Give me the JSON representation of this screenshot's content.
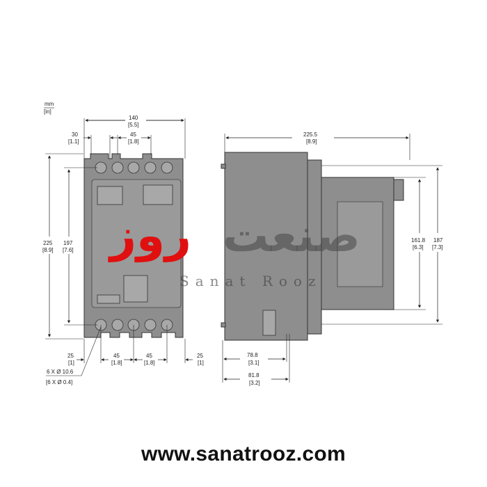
{
  "units": {
    "mm": "mm",
    "in": "[in]"
  },
  "front_view": {
    "width": {
      "mm": "140",
      "in": "[5.5]"
    },
    "pole_offset_top": {
      "mm": "30",
      "in": "[1.1]"
    },
    "pole_pitch_top": {
      "mm": "45",
      "in": "[1.8]"
    },
    "height_total": {
      "mm": "225",
      "in": "[8.9]"
    },
    "height_inner": {
      "mm": "197",
      "in": "[7.6]"
    },
    "bottom_left": {
      "mm": "25",
      "in": "[1]"
    },
    "bottom_pitch_1": {
      "mm": "45",
      "in": "[1.8]"
    },
    "bottom_pitch_2": {
      "mm": "45",
      "in": "[1.8]"
    },
    "bottom_right": {
      "mm": "25",
      "in": "[1]"
    },
    "holes": {
      "mm": "6 X Ø 10.6",
      "in": "[6 X Ø 0.4]"
    }
  },
  "side_view": {
    "depth": {
      "mm": "225.5",
      "in": "[8.9]"
    },
    "handle_height": {
      "mm": "161.8",
      "in": "[6.3]"
    },
    "height": {
      "mm": "187",
      "in": "[7.3]"
    },
    "mount_depth_1": {
      "mm": "78.8",
      "in": "[3.1]"
    },
    "mount_depth_2": {
      "mm": "81.8",
      "in": "[3.2]"
    }
  },
  "watermark": {
    "logo_fa": "صنعت روز",
    "logo_en": "Sanat Rooz"
  },
  "footer": {
    "url": "www.sanatrooz.com"
  },
  "colors": {
    "body": "#8e8e8e",
    "logo_red": "#e01010"
  }
}
